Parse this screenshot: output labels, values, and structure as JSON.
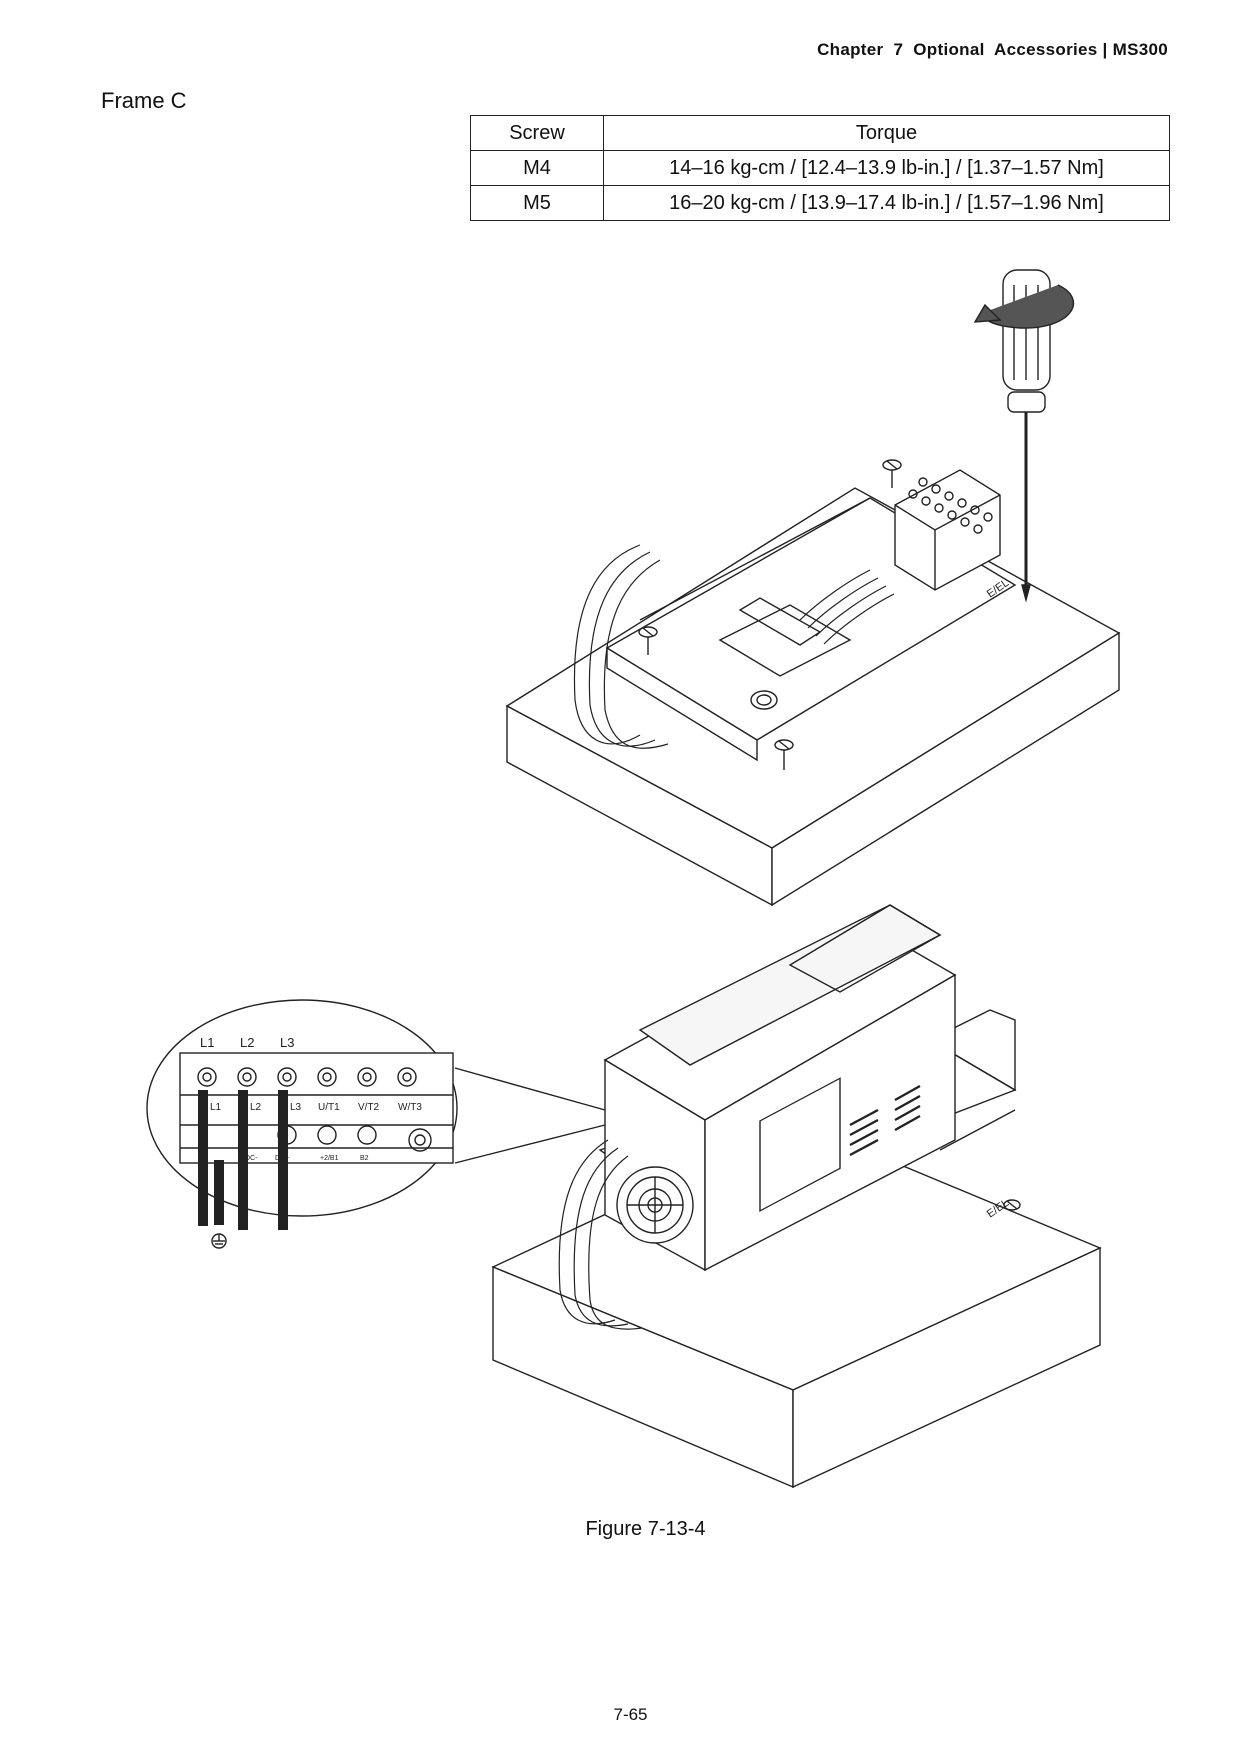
{
  "header": {
    "text": "Chapter  7  Optional  Accessories | MS300"
  },
  "section": {
    "title": "Frame C"
  },
  "torque_table": {
    "headers": [
      "Screw",
      "Torque"
    ],
    "rows": [
      [
        "M4",
        "14–16 kg-cm / [12.4–13.9 lb-in.] / [1.37–1.57 Nm]"
      ],
      [
        "M5",
        "16–20 kg-cm / [13.9–17.4 lb-in.] / [1.57–1.96 Nm]"
      ]
    ]
  },
  "figure": {
    "terminal_labels_top": [
      "L1",
      "L2",
      "L3"
    ],
    "terminal_labels_block": [
      "L1",
      "L2",
      "L3",
      "U/T1",
      "V/T2",
      "W/T3"
    ],
    "bottom_terminal_labels": [
      "DC-",
      "DC+",
      "+2/B1",
      "B2"
    ],
    "el_mark": "E/EL",
    "ground_icon": "ground-symbol-icon",
    "caption": "Figure 7-13-4"
  },
  "footer": {
    "page_number": "7-65"
  }
}
